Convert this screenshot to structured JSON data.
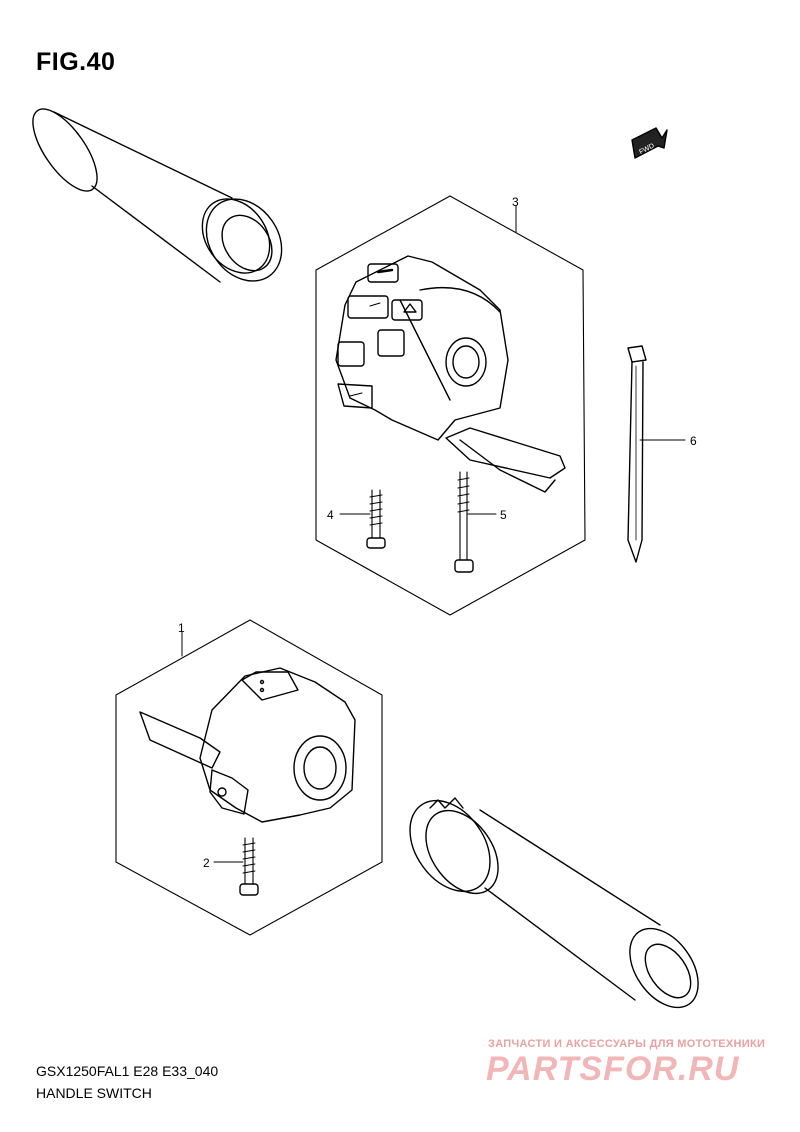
{
  "figure": {
    "title": "FIG.40",
    "model_code": "GSX1250FAL1 E28 E33_040",
    "name": "HANDLE SWITCH"
  },
  "fwd_badge": "FWD",
  "callouts": [
    "1",
    "2",
    "3",
    "4",
    "5",
    "6"
  ],
  "watermark": {
    "tagline": "ЗАПЧАСТИ И АКСЕССУАРЫ ДЛЯ МОТОТЕХНИКИ",
    "logo": "PARTSFOR.RU"
  },
  "colors": {
    "line": "#000000",
    "watermark": "#f2b6b6"
  }
}
